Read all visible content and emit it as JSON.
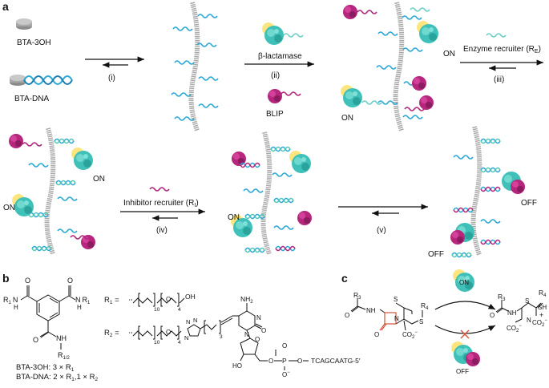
{
  "panels": {
    "a": "a",
    "b": "b",
    "c": "c"
  },
  "colors": {
    "dna": "#2aa9d8",
    "dna_dark": "#1a7fb0",
    "enzyme": "#3fc0b8",
    "enzyme_glow": "#ffe066",
    "blip": "#b5267c",
    "recruiter_e": "#2aa9d8",
    "fiber": "#b5b5b5",
    "beta_lactam": "#d1543c"
  },
  "panel_a": {
    "monomer_oh": "BTA-3OH",
    "monomer_dna": "BTA-DNA",
    "enzyme_name": "β-lactamase",
    "inhibitor_name": "BLIP",
    "enzyme_recruiter": "Enzyme recruiter (R",
    "enzyme_recruiter_sub": "E",
    "inhibitor_recruiter": "Inhibitor recruiter (R",
    "inhibitor_recruiter_sub": "I",
    "close_paren": ")",
    "steps": [
      "(i)",
      "(ii)",
      "(iii)",
      "(iv)",
      "(v)"
    ],
    "state_on": "ON",
    "state_off": "OFF"
  },
  "panel_b": {
    "r1_label": "R",
    "r1_sub": "1",
    "r2_label": "R",
    "r2_sub": "2",
    "equals": " = ",
    "sub10": "10",
    "sub4": "4",
    "sub3": "3",
    "oh": "OH",
    "nh": "NH",
    "n": "N",
    "h": "H",
    "o": "O",
    "nh2": "NH",
    "nh2_sub": "2",
    "ho": "HO",
    "p": "P",
    "o_minus": "O",
    "r_12": "R",
    "r_12_sub": "1/2",
    "sequence": "TCAGCAATG-5′",
    "composition_oh": "BTA-3OH: 3 × R",
    "composition_oh_sub": "1",
    "composition_dna": "BTA-DNA: 2 × R",
    "composition_dna_sub1": "1",
    "composition_dna_mid": ",1 × R",
    "composition_dna_sub2": "2"
  },
  "panel_c": {
    "r3": "R",
    "r3_sub": "3",
    "r4": "R",
    "r4_sub": "4",
    "s": "S",
    "sh": "SH",
    "nh": "NH",
    "n": "N",
    "o": "O",
    "co2": "CO",
    "co2_sub": "2",
    "co2_sup": "−",
    "plus": "+",
    "state_on": "ON",
    "state_off": "OFF"
  }
}
